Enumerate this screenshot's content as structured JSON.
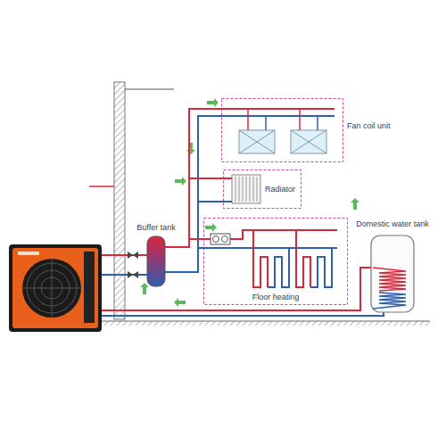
{
  "diagram": {
    "nodes": [
      {
        "text": [
          "Fan coil unit"
        ]
      },
      {
        "text": [
          "Radiator"
        ]
      },
      {
        "text": [
          "Buffer tank"
        ]
      },
      {
        "text": [
          "Floor heating"
        ]
      },
      {
        "text": [
          "Domestic water tank"
        ]
      }
    ],
    "edges": [
      {
        "from": 2,
        "to": 0,
        "arrow": "none"
      },
      {
        "from": 2,
        "to": 1,
        "arrow": "none"
      },
      {
        "from": 2,
        "to": 3,
        "arrow": "none"
      }
    ]
  }
}
